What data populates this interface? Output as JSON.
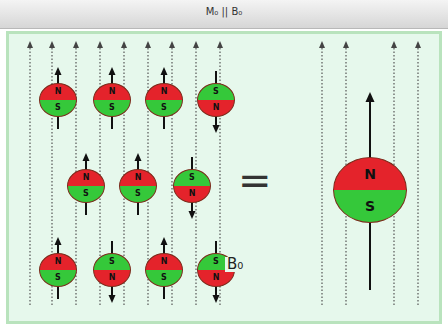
{
  "diagram": {
    "title": "M₀ || B₀",
    "nodes": [
      {
        "text": [
          "N",
          "S"
        ]
      },
      {
        "text": [
          "N",
          "S"
        ]
      },
      {
        "text": [
          "N",
          "S"
        ]
      },
      {
        "text": [
          "S",
          "N"
        ]
      },
      {
        "text": [
          "N",
          "S"
        ]
      },
      {
        "text": [
          "N",
          "S"
        ]
      },
      {
        "text": [
          "S",
          "N"
        ]
      },
      {
        "text": [
          "N",
          "S"
        ]
      },
      {
        "text": [
          "S",
          "N"
        ]
      },
      {
        "text": [
          "N",
          "S"
        ]
      },
      {
        "text": [
          "S",
          "N"
        ]
      },
      {
        "text": [
          "N",
          "S"
        ]
      }
    ],
    "labels": [
      "=",
      "B₀"
    ]
  }
}
